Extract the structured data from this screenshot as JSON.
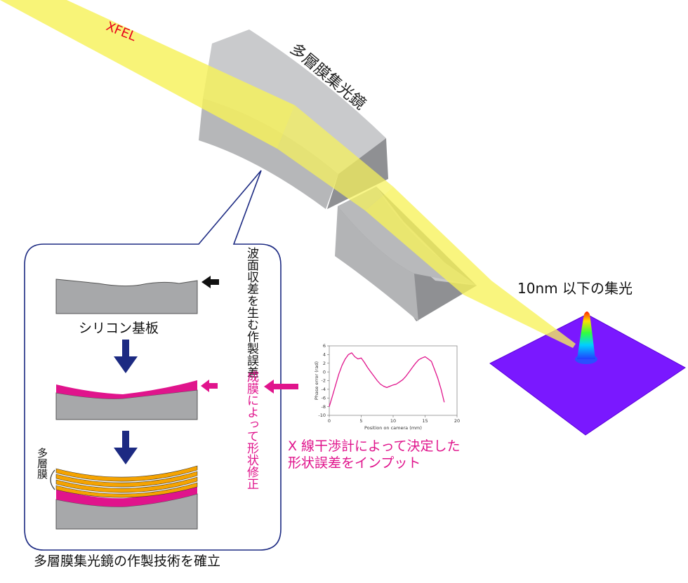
{
  "labels": {
    "xfel": "XFEL",
    "mirror_title": "多層膜集光鏡",
    "focus_label": "10nm 以下の集光",
    "wavefront_note": "波面収差を生む作製誤差",
    "substrate_label": "シリコン基板",
    "correction_note": "成膜によって形状修正",
    "interferometer_line1": "X 線干渉計によって決定した",
    "interferometer_line2": "形状誤差をインプット",
    "multilayer_label": "多層膜",
    "footer": "多層膜集光鏡の作製技術を確立"
  },
  "chart_data": {
    "type": "line",
    "title": "",
    "xlabel": "Position on camera (mm)",
    "ylabel": "Phase error (rad)",
    "xlim": [
      0,
      20
    ],
    "ylim": [
      -10,
      6
    ],
    "xticks": [
      0,
      5,
      10,
      15,
      20
    ],
    "yticks": [
      -10,
      -8,
      -6,
      -4,
      -2,
      0,
      2,
      4,
      6
    ],
    "grid": false,
    "series": [
      {
        "color": "#e0148c",
        "x": [
          0,
          0.5,
          1.0,
          1.5,
          2.0,
          2.5,
          3.0,
          3.5,
          4.0,
          4.5,
          5.0,
          5.5,
          6.0,
          6.5,
          7.0,
          7.5,
          8.0,
          8.5,
          9.0,
          9.5,
          10.0,
          10.5,
          11.0,
          11.5,
          12.0,
          12.5,
          13.0,
          13.5,
          14.0,
          14.5,
          15.0,
          15.5,
          16.0,
          16.5,
          17.0,
          17.5,
          18.0
        ],
        "y": [
          -8.0,
          -5.5,
          -3.0,
          -0.5,
          1.5,
          3.0,
          4.0,
          4.4,
          3.5,
          3.0,
          3.2,
          2.2,
          1.0,
          0.0,
          -1.0,
          -2.0,
          -2.8,
          -3.3,
          -3.6,
          -3.3,
          -3.0,
          -2.8,
          -2.3,
          -1.8,
          -1.0,
          0.0,
          1.0,
          2.0,
          2.8,
          3.2,
          3.5,
          3.0,
          2.4,
          0.5,
          -1.5,
          -4.0,
          -7.0
        ]
      }
    ]
  },
  "colors": {
    "beam": "#f7f25a",
    "mirror_gray": "#a7a8aa",
    "magenta": "#e0148c",
    "navy": "#1c2a82",
    "xfel_red": "#e8001c",
    "multilayer_orange": "#f5a300",
    "focus_plane": "#7a18ff"
  }
}
